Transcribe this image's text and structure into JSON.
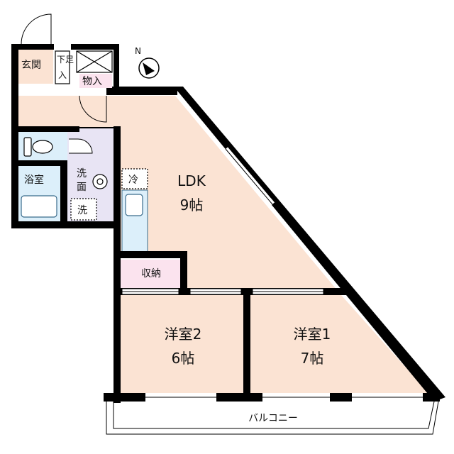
{
  "colors": {
    "wall": "#000000",
    "room_floor": "#fbe3d3",
    "wet_area": "#dceffa",
    "sanitary": "#e8e4f4",
    "storage": "#fbe3ee",
    "fixture_line": "#3a6c8c"
  },
  "rooms": {
    "ldk": {
      "name": "LDK",
      "size": "9帖"
    },
    "western2": {
      "name": "洋室2",
      "size": "6帖"
    },
    "western1": {
      "name": "洋室1",
      "size": "7帖"
    }
  },
  "areas": {
    "entrance": "玄関",
    "shoe_box_line1": "下足",
    "shoe_box_line2": "入",
    "closet": "物入",
    "bathroom": "浴室",
    "washroom_line1": "洗",
    "washroom_line2": "面",
    "washer": "洗",
    "fridge": "冷",
    "storage": "収納",
    "balcony": "バルコニー"
  },
  "compass": {
    "label": "N",
    "icon": "north-arrow-icon"
  }
}
